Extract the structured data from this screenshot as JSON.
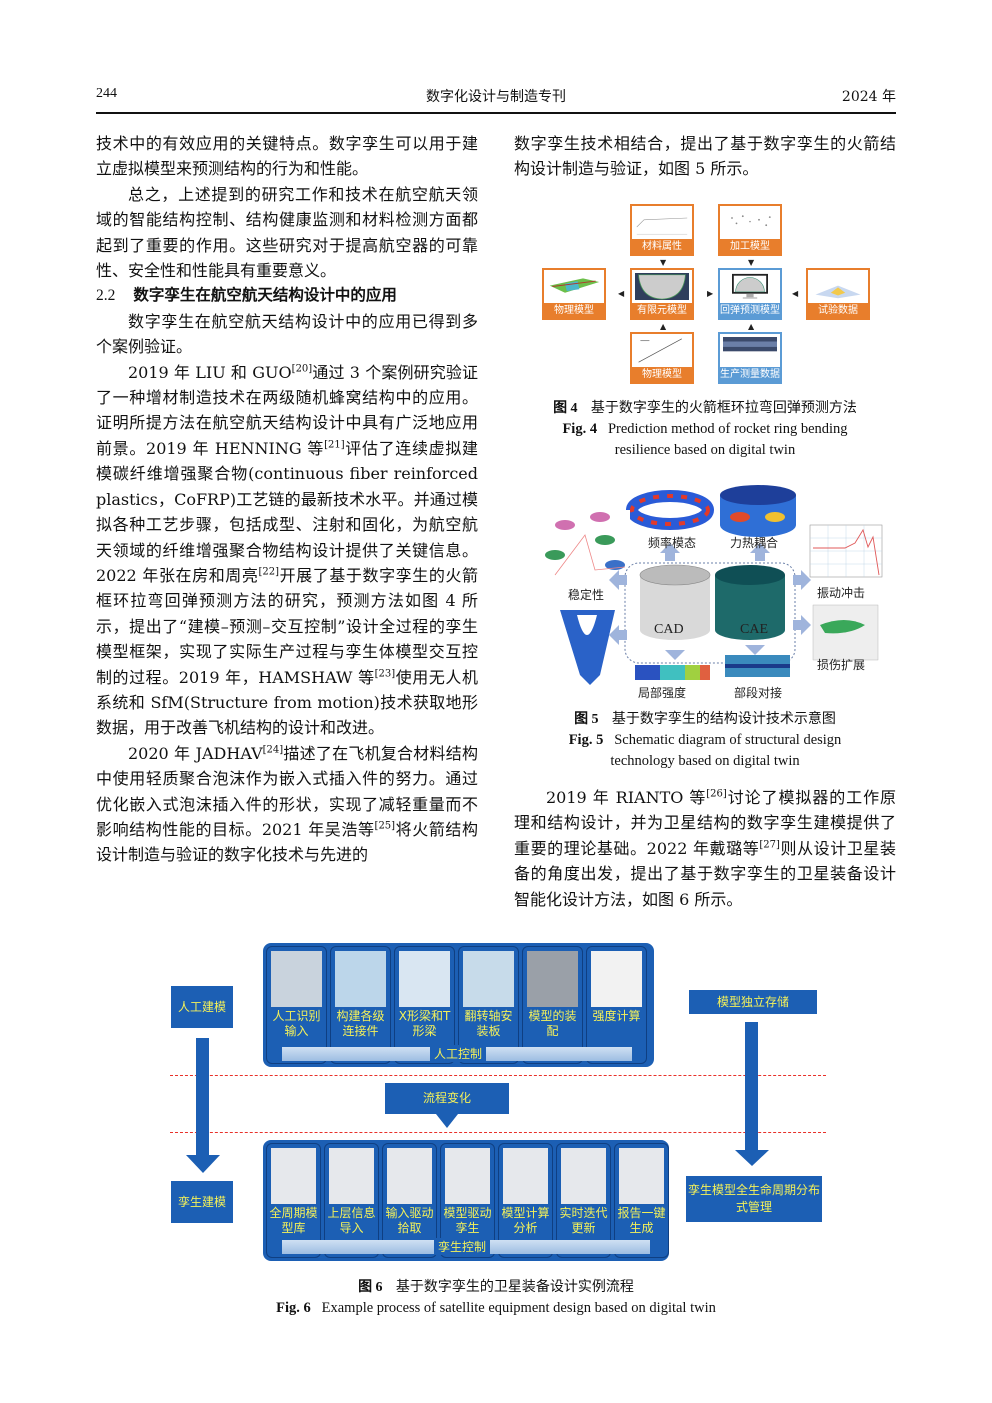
{
  "header": {
    "page_number": "244",
    "journal_title": "数字化设计与制造专刊",
    "year": "2024 年"
  },
  "left_column": {
    "p1": "技术中的有效应用的关键特点。数字孪生可以用于建立虚拟模型来预测结构的行为和性能。",
    "p2": "总之，上述提到的研究工作和技术在航空航天领域的智能结构控制、结构健康监测和材料检测方面都起到了重要的作用。这些研究对于提高航空器的可靠性、安全性和性能具有重要意义。",
    "section_number": "2.2",
    "section_title": "数字孪生在航空航天结构设计中的应用",
    "p3": "数字孪生在航空航天结构设计中的应用已得到多个案例验证。",
    "p4_a": "2019 年 LIU 和 GUO",
    "p4_ref1": "[20]",
    "p4_b": "通过 3 个案例研究验证了一种增材制造技术在两级随机蜂窝结构中的应用。证明所提方法在航空航天结构设计中具有广泛地应用前景。2019 年 HENNING 等",
    "p4_ref2": "[21]",
    "p4_c": "评估了连续虚拟建模碳纤维增强聚合物(continuous fiber reinforced plastics，CoFRP)工艺链的最新技术水平。并通过模拟各种工艺步骤，包括成型、注射和固化，为航空航天领域的纤维增强聚合物结构设计提供了关键信息。2022 年张在房和周亮",
    "p4_ref3": "[22]",
    "p4_d": "开展了基于数字孪生的火箭框环拉弯回弹预测方法的研究，预测方法如图 4 所示，提出了“建模–预测–交互控制”设计全过程的孪生模型框架，实现了实际生产过程与孪生体模型交互控制的过程。2019 年，HAMSHAW 等",
    "p4_ref4": "[23]",
    "p4_e": "使用无人机系统和 SfM(Structure from motion)技术获取地形数据，用于改善飞机结构的设计和改进。",
    "p5_a": "2020 年 JADHAV",
    "p5_ref1": "[24]",
    "p5_b": "描述了在飞机复合材料结构中使用轻质聚合泡沫作为嵌入式插入件的努力。通过优化嵌入式泡沫插入件的形状，实现了减轻重量而不影响结构性能的目标。2021 年吴浩等",
    "p5_ref2": "[25]",
    "p5_c": "将火箭结构设计制造与验证的数字化技术与先进的"
  },
  "right_column": {
    "p1": "数字孪生技术相结合，提出了基于数字孪生的火箭结构设计制造与验证，如图 5 所示。",
    "p2_a": "2019 年 RIANTO 等",
    "p2_ref1": "[26]",
    "p2_b": "讨论了模拟器的工作原理和结构设计，并为卫星结构的数字孪生建模提供了重要的理论基础。2022 年戴璐等",
    "p2_ref2": "[27]",
    "p2_c": "则从设计卫星装备的角度出发，提出了基于数字孪生的卫星装备设计智能化设计方法，如图 6 所示。"
  },
  "figure4": {
    "boxes": [
      {
        "label": "材料属性",
        "style": "orange"
      },
      {
        "label": "加工模型",
        "style": "orange"
      },
      {
        "label": "物理模型",
        "style": "orange"
      },
      {
        "label": "有限元模型",
        "style": "orange"
      },
      {
        "label": "回弹预测模型",
        "style": "blue"
      },
      {
        "label": "试验数据",
        "style": "orange"
      },
      {
        "label": "物理模型",
        "style": "orange"
      },
      {
        "label": "生产测量数据",
        "style": "blue"
      }
    ],
    "caption_cn_label": "图 4",
    "caption_cn": "基于数字孪生的火箭框环拉弯回弹预测方法",
    "caption_en_label": "Fig. 4",
    "caption_en_line1": "Prediction method of rocket ring bending",
    "caption_en_line2": "resilience based on digital twin",
    "colors": {
      "orange": "#e87e2c",
      "blue": "#5b9bd5"
    }
  },
  "figure5": {
    "center_left": "CAD",
    "center_right": "CAE",
    "labels": {
      "top_left": "频率模态",
      "top_right": "力热耦合",
      "left_upper": "稳定性",
      "right_upper": "振动冲击",
      "right_lower": "损伤扩展",
      "bottom_left": "局部强度",
      "bottom_right": "部段对接"
    },
    "caption_cn_label": "图 5",
    "caption_cn": "基于数字孪生的结构设计技术示意图",
    "caption_en_label": "Fig. 5",
    "caption_en_line1": "Schematic diagram of structural design",
    "caption_en_line2": "technology based on digital twin"
  },
  "figure6": {
    "left_top": "人工建模",
    "left_bottom": "孪生建模",
    "right_top": "模型独立存储",
    "right_bottom": "孪生模型全生命周期分布式管理",
    "middle": "流程变化",
    "top_control": "人工控制",
    "bottom_control": "孪生控制",
    "top_steps": [
      "人工识别输入",
      "构建各级连接件",
      "X形梁和T形梁",
      "翻转轴安装板",
      "模型的装配",
      "强度计算"
    ],
    "bottom_steps": [
      "全周期模型库",
      "上层信息导入",
      "输入驱动拾取",
      "模型驱动孪生",
      "模型计算分析",
      "实时迭代更新",
      "报告一键生成"
    ],
    "caption_cn_label": "图 6",
    "caption_cn": "基于数字孪生的卫星装备设计实例流程",
    "caption_en_label": "Fig. 6",
    "caption_en": "Example process of satellite equipment design based on digital twin",
    "colors": {
      "panel": "#1c5fb4",
      "label_text": "#f4f15a",
      "divider": "#e8312a"
    }
  }
}
